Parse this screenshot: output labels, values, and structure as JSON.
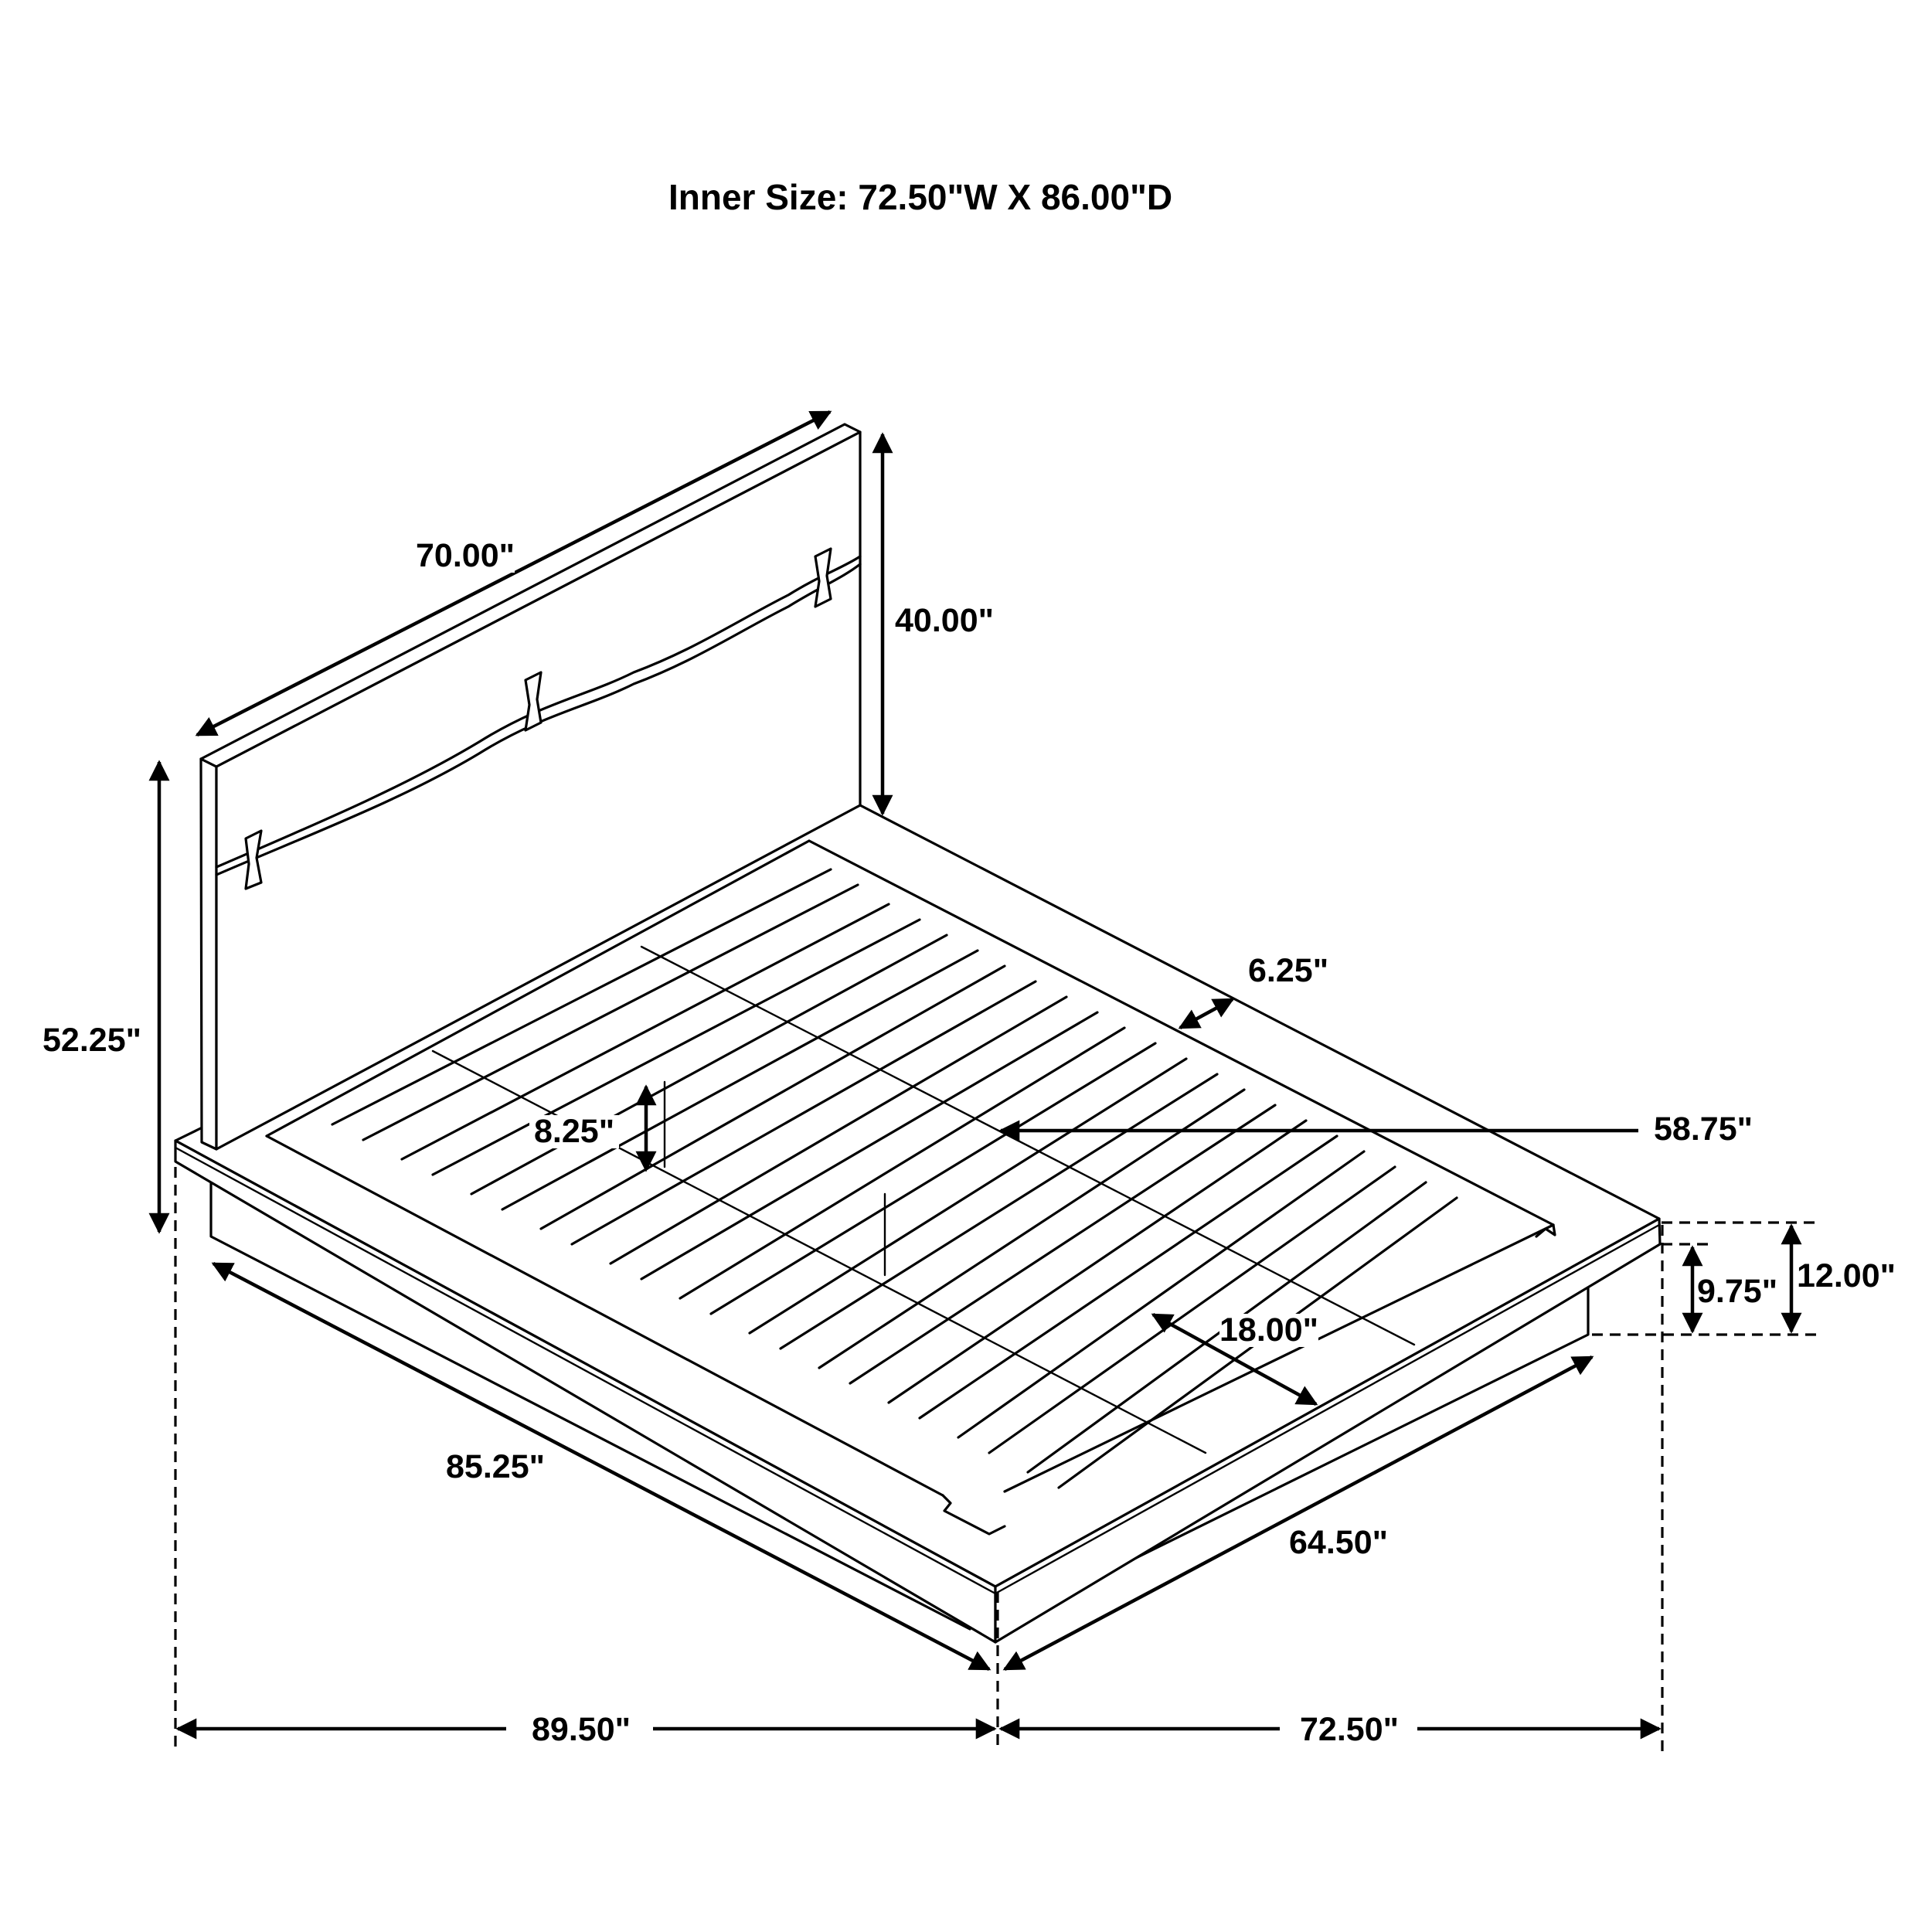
{
  "title": "Inner Size: 72.50\"W X 86.00\"D",
  "dimensions": {
    "headboard_width": "70.00\"",
    "headboard_height_above_frame": "40.00\"",
    "overall_height": "52.25\"",
    "side_rail_width": "6.25\"",
    "inner_width": "58.75\"",
    "slat_clearance": "8.25\"",
    "platform_height": "12.00\"",
    "base_height": "9.75\"",
    "inset": "18.00\"",
    "side_length": "85.25\"",
    "footboard_width": "64.50\"",
    "overall_depth": "89.50\"",
    "overall_width": "72.50\""
  },
  "colors": {
    "line": "#000000",
    "background": "#ffffff"
  }
}
